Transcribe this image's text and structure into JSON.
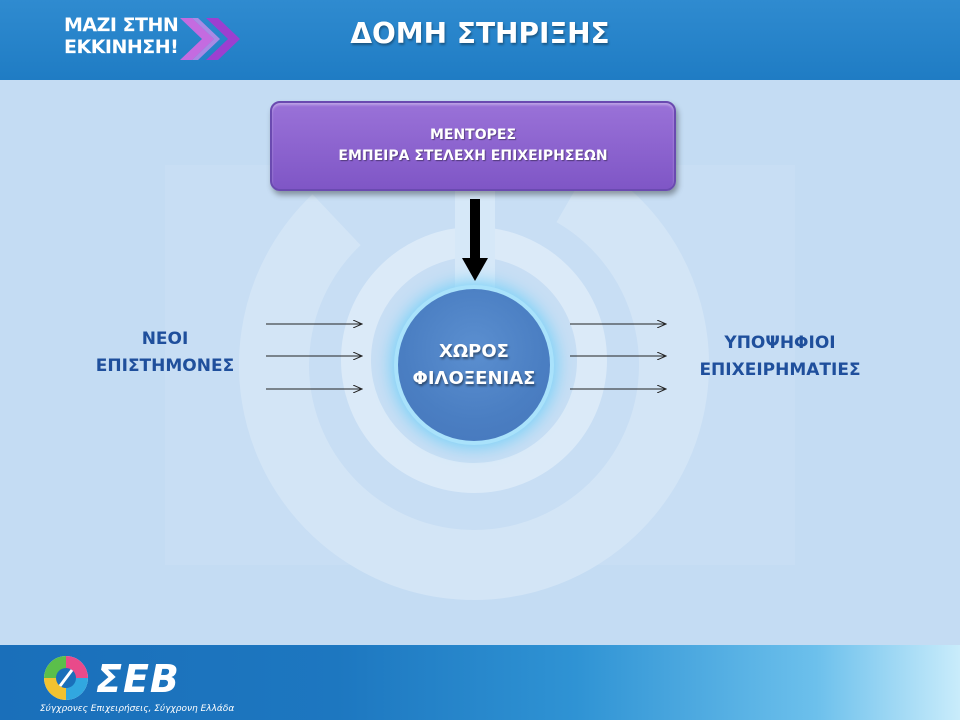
{
  "header": {
    "logo_text": "ΜΑΖΙ ΣΤΗΝ\nΕΚΚΙΝΗΣΗ!",
    "title": "ΔΟΜΗ ΣΤΗΡΙΞΗΣ"
  },
  "diagram": {
    "mentors": {
      "line1": "ΜΕΝΤΟΡΕΣ",
      "line2": "ΕΜΠΕΙΡΑ ΣΤΕΛΕΧΗ ΕΠΙΧΕΙΡΗΣΕΩΝ"
    },
    "hub": {
      "line1": "ΧΩΡΟΣ",
      "line2": "ΦΙΛΟΞΕΝΙΑΣ"
    },
    "inputs": {
      "line1": "ΝΕΟΙ",
      "line2": "ΕΠΙΣΤΗΜΟΝΕΣ"
    },
    "outputs": {
      "line1": "ΥΠΟΨΗΦΙΟΙ",
      "line2": "ΕΠΙΧΕΙΡΗΜΑΤΙΕΣ"
    }
  },
  "footer": {
    "brand": "ΣΕΒ",
    "tagline": "Σύγχρονες Επιχειρήσεις, Σύγχρονη Ελλάδα"
  },
  "colors": {
    "header_bg": "#1f7cc4",
    "mentor_box": "#8a62cf",
    "hub": "#4a7ec2",
    "label_text": "#1f4f9c",
    "accent_purple": "#b04fd1"
  }
}
